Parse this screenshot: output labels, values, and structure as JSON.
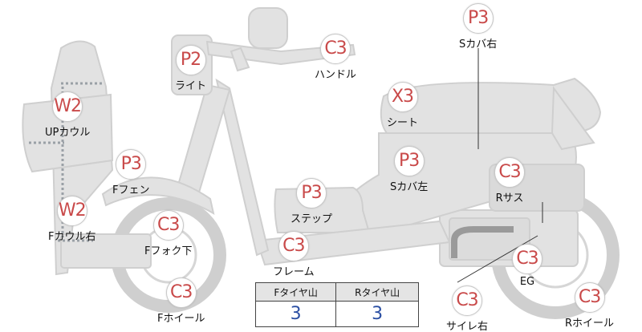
{
  "parts": [
    {
      "id": "light",
      "code": "P2",
      "label": "ライト"
    },
    {
      "id": "handle",
      "code": "C3",
      "label": "ハンドル"
    },
    {
      "id": "side-cover-right",
      "code": "P3",
      "label": "Sカバ右"
    },
    {
      "id": "seat",
      "code": "X3",
      "label": "シート"
    },
    {
      "id": "up-cowl",
      "code": "W2",
      "label": "UPカウル"
    },
    {
      "id": "front-fender",
      "code": "P3",
      "label": "Fフェン"
    },
    {
      "id": "side-cover-left",
      "code": "P3",
      "label": "Sカバ左"
    },
    {
      "id": "rear-suspension",
      "code": "C3",
      "label": "Rサス"
    },
    {
      "id": "step",
      "code": "P3",
      "label": "ステップ"
    },
    {
      "id": "front-cowl-right",
      "code": "W2",
      "label": "Fカウル右"
    },
    {
      "id": "front-fork-lower",
      "code": "C3",
      "label": "Fフォク下"
    },
    {
      "id": "frame",
      "code": "C3",
      "label": "フレーム"
    },
    {
      "id": "engine",
      "code": "C3",
      "label": "EG"
    },
    {
      "id": "front-wheel",
      "code": "C3",
      "label": "Fホイール"
    },
    {
      "id": "muffler-right",
      "code": "C3",
      "label": "サイレ右"
    },
    {
      "id": "rear-wheel",
      "code": "C3",
      "label": "Rホイール"
    }
  ],
  "tire_table": {
    "headers": [
      "Fタイヤ山",
      "Rタイヤ山"
    ],
    "values": [
      "3",
      "3"
    ]
  }
}
